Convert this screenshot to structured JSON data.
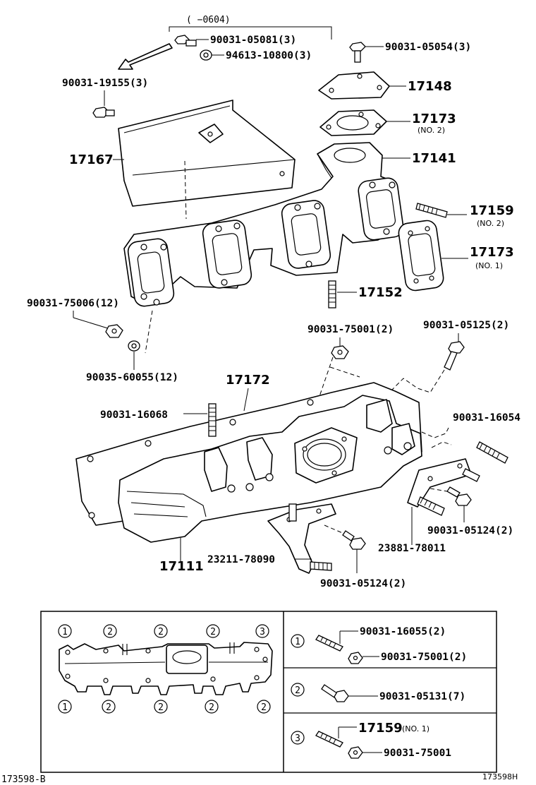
{
  "header_note": "(  −0604)",
  "callouts": {
    "p_9003105081": "90031-05081(3)",
    "p_9461310800": "94613-10800(3)",
    "p_9003105054": "90031-05054(3)",
    "p_9003119155": "90031-19155(3)",
    "p_17148": "17148",
    "p_17173_no2": "17173",
    "p_17173_no2_sub": "(NO. 2)",
    "p_17167": "17167",
    "p_17141": "17141",
    "p_17159_no2": "17159",
    "p_17159_no2_sub": "(NO. 2)",
    "p_17173_no1": "17173",
    "p_17173_no1_sub": "(NO. 1)",
    "p_17152": "17152",
    "p_9003175006": "90031-75006(12)",
    "p_9003175001_top": "90031-75001(2)",
    "p_9003105125": "90031-05125(2)",
    "p_9003560055": "90035-60055(12)",
    "p_17172": "17172",
    "p_9003116068": "90031-16068",
    "p_9003116054": "90031-16054",
    "p_9003105124_right": "90031-05124(2)",
    "p_2388178011": "23881-78011",
    "p_2321178090": "23211-78090",
    "p_17111": "17111",
    "p_9003105124_bottom": "90031-05124(2)"
  },
  "legend": {
    "top_markers": [
      "1",
      "2",
      "2",
      "2",
      "3"
    ],
    "bottom_markers": [
      "1",
      "2",
      "2",
      "2",
      "2"
    ],
    "rows": [
      {
        "key": "1",
        "parts": [
          "90031-16055(2)",
          "90031-75001(2)"
        ]
      },
      {
        "key": "2",
        "parts": [
          "90031-05131(7)"
        ]
      },
      {
        "key": "3",
        "parts": [
          "17159",
          "90031-75001"
        ],
        "sub": "(NO. 1)"
      }
    ]
  },
  "footer": {
    "left_code": "173598-B",
    "right_code": "173598H"
  }
}
